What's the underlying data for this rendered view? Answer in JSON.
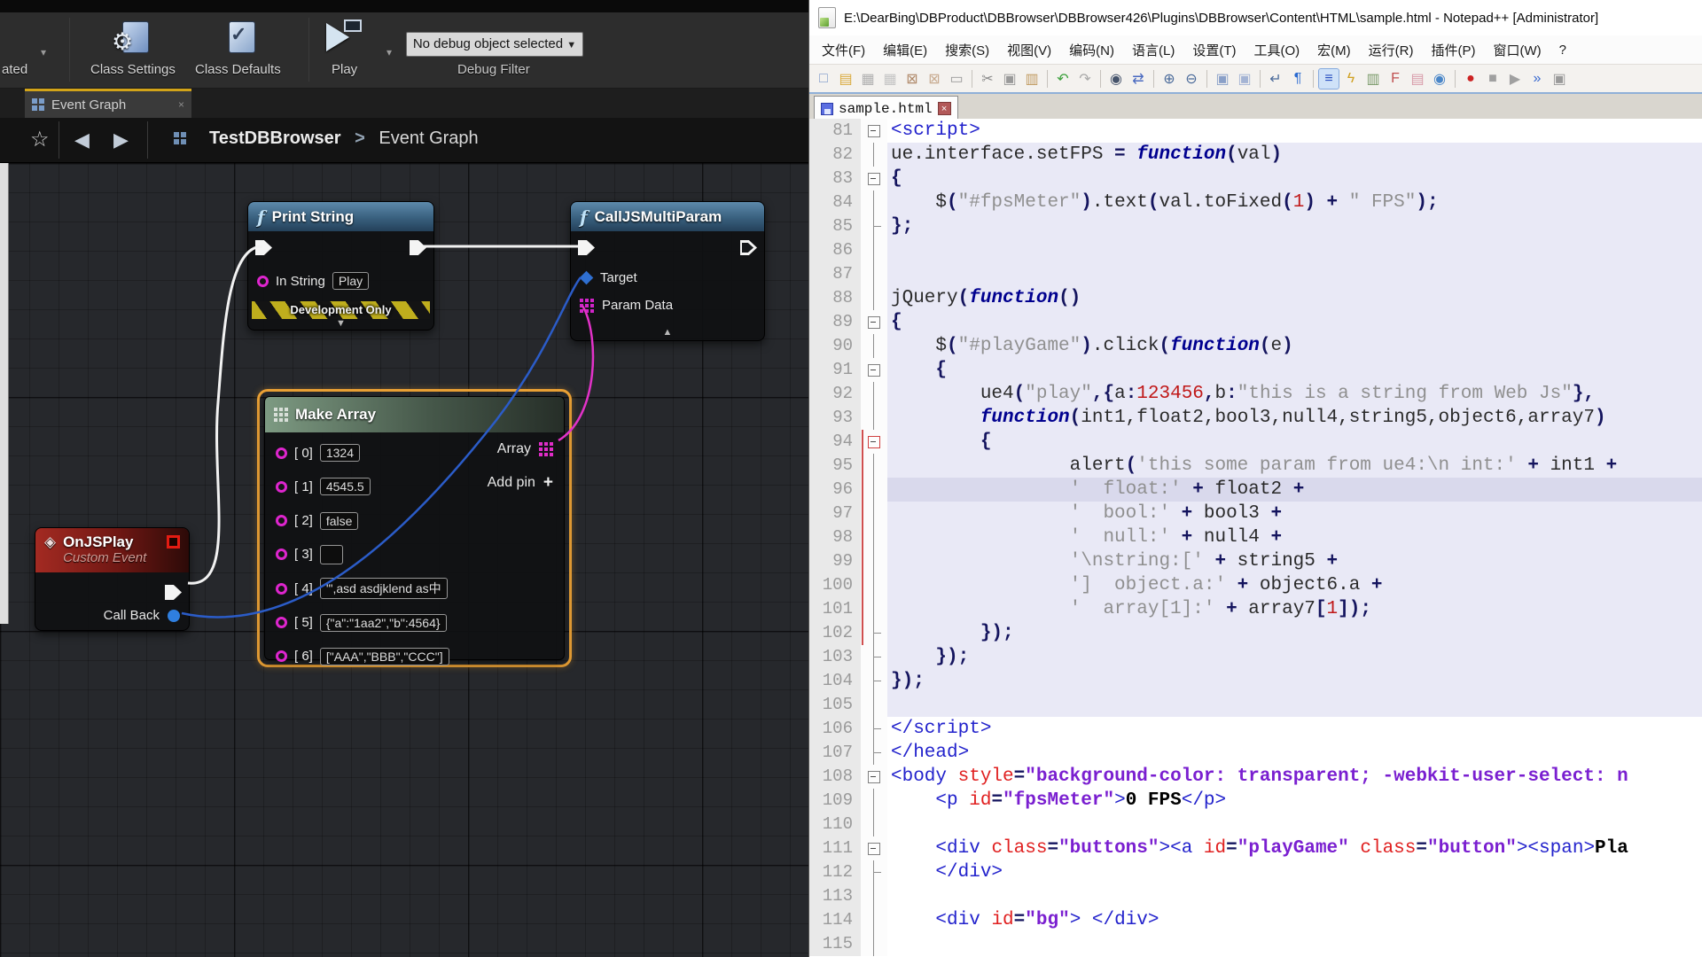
{
  "ue": {
    "icons": {
      "caret_down": "▾",
      "dd_caret": "▼",
      "gear": "⚙",
      "check": "✓",
      "star": "☆",
      "back": "◀",
      "fwd": "▶",
      "close": "×",
      "collapse_down": "▼",
      "collapse_up": "▲",
      "plus": "+",
      "event_diamond": "◈",
      "fn": "f"
    },
    "toolbar": {
      "truncated_button": "ated",
      "class_settings": "Class Settings",
      "class_defaults": "Class Defaults",
      "play": "Play",
      "debug_value": "No debug object selected",
      "debug_filter": "Debug Filter"
    },
    "tab": {
      "label": "Event Graph"
    },
    "breadcrumb": {
      "root": "TestDBBrowser",
      "sep": ">",
      "current": "Event Graph"
    },
    "nodes": {
      "print": {
        "title": "Print String",
        "pin_label": "In String",
        "pin_value": "Play",
        "warning": "Development Only"
      },
      "call": {
        "title": "CallJSMultiParam",
        "target": "Target",
        "param": "Param Data"
      },
      "make": {
        "title": "Make Array",
        "array_label": "Array",
        "add_pin": "Add pin",
        "rows": [
          {
            "label": "[ 0]",
            "value": "1324",
            "empty": false
          },
          {
            "label": "[ 1]",
            "value": "4545.5",
            "empty": false
          },
          {
            "label": "[ 2]",
            "value": "false",
            "empty": false
          },
          {
            "label": "[ 3]",
            "value": "",
            "empty": true
          },
          {
            "label": "[ 4]",
            "value": "'\",asd asdjklend as中",
            "empty": false
          },
          {
            "label": "[ 5]",
            "value": "{\"a\":\"1aa2\",\"b\":4564}",
            "empty": false
          },
          {
            "label": "[ 6]",
            "value": "[\"AAA\",\"BBB\",\"CCC\"]",
            "empty": false
          }
        ]
      },
      "event": {
        "title": "OnJSPlay",
        "subtitle": "Custom Event",
        "callback": "Call Back"
      }
    }
  },
  "npp": {
    "title": "E:\\DearBing\\DBProduct\\DBBrowser\\DBBrowser426\\Plugins\\DBBrowser\\Content\\HTML\\sample.html - Notepad++ [Administrator]",
    "menus": [
      "文件(F)",
      "编辑(E)",
      "搜索(S)",
      "视图(V)",
      "编码(N)",
      "语言(L)",
      "设置(T)",
      "工具(O)",
      "宏(M)",
      "运行(R)",
      "插件(P)",
      "窗口(W)",
      "?"
    ],
    "toolbar": [
      {
        "name": "new-file-icon",
        "glyph": "□",
        "color": "#7a96c8"
      },
      {
        "name": "open-folder-icon",
        "glyph": "▤",
        "color": "#d9aa3c"
      },
      {
        "name": "save-icon",
        "glyph": "▦",
        "color": "#b0b0b0"
      },
      {
        "name": "save-all-icon",
        "glyph": "▦",
        "color": "#c4c4c4"
      },
      {
        "name": "close-doc-icon",
        "glyph": "⊠",
        "color": "#b08a6a"
      },
      {
        "name": "close-all-icon",
        "glyph": "⊠",
        "color": "#c8ab90"
      },
      {
        "name": "print-icon",
        "glyph": "▭",
        "color": "#9a9a9a"
      },
      {
        "sep": true
      },
      {
        "name": "cut-icon",
        "glyph": "✂",
        "color": "#8a8a8a"
      },
      {
        "name": "copy-icon",
        "glyph": "▣",
        "color": "#9a9a9a"
      },
      {
        "name": "paste-icon",
        "glyph": "▥",
        "color": "#c09a60"
      },
      {
        "sep": true
      },
      {
        "name": "undo-icon",
        "glyph": "↶",
        "color": "#3aa03a"
      },
      {
        "name": "redo-icon",
        "glyph": "↷",
        "color": "#a8a8a8"
      },
      {
        "sep": true
      },
      {
        "name": "find-icon",
        "glyph": "◉",
        "color": "#45536b"
      },
      {
        "name": "replace-icon",
        "glyph": "⇄",
        "color": "#4a6ac0"
      },
      {
        "sep": true
      },
      {
        "name": "zoom-in-icon",
        "glyph": "⊕",
        "color": "#4a6a9a"
      },
      {
        "name": "zoom-out-icon",
        "glyph": "⊖",
        "color": "#4a6a9a"
      },
      {
        "sep": true
      },
      {
        "name": "window-icon",
        "glyph": "▣",
        "color": "#8aa0c8"
      },
      {
        "name": "window-2-icon",
        "glyph": "▣",
        "color": "#a4b4d4"
      },
      {
        "sep": true
      },
      {
        "name": "word-wrap-icon",
        "glyph": "↵",
        "color": "#4a6a9a"
      },
      {
        "name": "show-symbols-icon",
        "glyph": "¶",
        "color": "#2a6ad0"
      },
      {
        "sep": true
      },
      {
        "name": "indent-guide-icon",
        "glyph": "≡",
        "color": "#2a50c0",
        "active": true
      },
      {
        "name": "function-list-icon",
        "glyph": "ϟ",
        "color": "#d0a020"
      },
      {
        "name": "doc-map-icon",
        "glyph": "▥",
        "color": "#7a9a6a"
      },
      {
        "name": "flash-run-icon",
        "glyph": "F",
        "color": "#c05050"
      },
      {
        "name": "folder-plugin-icon",
        "glyph": "▤",
        "color": "#d89aa8"
      },
      {
        "name": "eye-view-icon",
        "glyph": "◉",
        "color": "#4a86c8"
      },
      {
        "sep": true
      },
      {
        "name": "macro-record-icon",
        "glyph": "●",
        "color": "#cc2222"
      },
      {
        "name": "macro-stop-icon",
        "glyph": "■",
        "color": "#a0a0a0"
      },
      {
        "name": "macro-play-icon",
        "glyph": "▶",
        "color": "#a0a0a0"
      },
      {
        "name": "macro-run-multi-icon",
        "glyph": "»",
        "color": "#3a6ad0"
      },
      {
        "name": "macro-save-icon",
        "glyph": "▣",
        "color": "#9a9a9a"
      }
    ],
    "tab": {
      "label": "sample.html",
      "close": "×"
    },
    "editor": {
      "lines": [
        {
          "n": 81,
          "f": "fm",
          "s": 0,
          "c": [
            [
              "t",
              "<script>"
            ]
          ]
        },
        {
          "n": 82,
          "f": "fl",
          "s": 1,
          "c": [
            [
              "d",
              "ue.interface.setFPS "
            ],
            [
              "o",
              "= "
            ],
            [
              "k",
              "function"
            ],
            [
              "o",
              "("
            ],
            [
              "d",
              "val"
            ],
            [
              "o",
              ")"
            ]
          ]
        },
        {
          "n": 83,
          "f": "fm",
          "s": 1,
          "c": [
            [
              "o",
              "{"
            ]
          ]
        },
        {
          "n": 84,
          "f": "fl",
          "s": 1,
          "c": [
            [
              "d",
              "    $"
            ],
            [
              "o",
              "("
            ],
            [
              "s",
              "\"#fpsMeter\""
            ],
            [
              "o",
              ")"
            ],
            [
              "d",
              ".text"
            ],
            [
              "o",
              "("
            ],
            [
              "d",
              "val.toFixed"
            ],
            [
              "o",
              "("
            ],
            [
              "n",
              "1"
            ],
            [
              "o",
              ") + "
            ],
            [
              "s",
              "\" FPS\""
            ],
            [
              "o",
              ");"
            ]
          ]
        },
        {
          "n": 85,
          "f": "fe",
          "s": 1,
          "c": [
            [
              "o",
              "};"
            ]
          ]
        },
        {
          "n": 86,
          "f": "fl",
          "s": 1,
          "c": []
        },
        {
          "n": 87,
          "f": "fl",
          "s": 1,
          "c": []
        },
        {
          "n": 88,
          "f": "fl",
          "s": 1,
          "c": [
            [
              "d",
              "jQuery"
            ],
            [
              "o",
              "("
            ],
            [
              "k",
              "function"
            ],
            [
              "o",
              "()"
            ]
          ]
        },
        {
          "n": 89,
          "f": "fm",
          "s": 1,
          "c": [
            [
              "o",
              "{"
            ]
          ]
        },
        {
          "n": 90,
          "f": "fl",
          "s": 1,
          "c": [
            [
              "d",
              "    $"
            ],
            [
              "o",
              "("
            ],
            [
              "s",
              "\"#playGame\""
            ],
            [
              "o",
              ")"
            ],
            [
              "d",
              ".click"
            ],
            [
              "o",
              "("
            ],
            [
              "k",
              "function"
            ],
            [
              "o",
              "("
            ],
            [
              "d",
              "e"
            ],
            [
              "o",
              ")"
            ]
          ]
        },
        {
          "n": 91,
          "f": "fm",
          "s": 1,
          "c": [
            [
              "d",
              "    "
            ],
            [
              "o",
              "{"
            ]
          ]
        },
        {
          "n": 92,
          "f": "fl",
          "s": 1,
          "c": [
            [
              "d",
              "        ue4"
            ],
            [
              "o",
              "("
            ],
            [
              "s",
              "\"play\""
            ],
            [
              "o",
              ",{"
            ],
            [
              "d",
              "a"
            ],
            [
              "o",
              ":"
            ],
            [
              "n",
              "123456"
            ],
            [
              "o",
              ","
            ],
            [
              "d",
              "b"
            ],
            [
              "o",
              ":"
            ],
            [
              "s",
              "\"this is a string from Web Js\""
            ],
            [
              "o",
              "},"
            ]
          ]
        },
        {
          "n": 93,
          "f": "fl",
          "s": 1,
          "c": [
            [
              "d",
              "        "
            ],
            [
              "k",
              "function"
            ],
            [
              "o",
              "("
            ],
            [
              "d",
              "int1,float2,bool3,null4,string5,object6,array7"
            ],
            [
              "o",
              ")"
            ]
          ]
        },
        {
          "n": 94,
          "f": "fmr",
          "s": 1,
          "r": 1,
          "c": [
            [
              "d",
              "        "
            ],
            [
              "o",
              "{"
            ]
          ]
        },
        {
          "n": 95,
          "f": "fl",
          "s": 1,
          "r": 1,
          "c": [
            [
              "d",
              "                alert"
            ],
            [
              "o",
              "("
            ],
            [
              "s",
              "'this some param from ue4:\\n int:'"
            ],
            [
              "o",
              " + "
            ],
            [
              "d",
              "int1"
            ],
            [
              "o",
              " +"
            ]
          ]
        },
        {
          "n": 96,
          "f": "fl",
          "s": 2,
          "r": 1,
          "c": [
            [
              "s",
              "                '  float:'"
            ],
            [
              "o",
              " + "
            ],
            [
              "d",
              "float2"
            ],
            [
              "o",
              " +"
            ]
          ]
        },
        {
          "n": 97,
          "f": "fl",
          "s": 1,
          "r": 1,
          "c": [
            [
              "s",
              "                '  bool:'"
            ],
            [
              "o",
              " + "
            ],
            [
              "d",
              "bool3"
            ],
            [
              "o",
              " +"
            ]
          ]
        },
        {
          "n": 98,
          "f": "fl",
          "s": 1,
          "r": 1,
          "c": [
            [
              "s",
              "                '  null:'"
            ],
            [
              "o",
              " + "
            ],
            [
              "d",
              "null4"
            ],
            [
              "o",
              " +"
            ]
          ]
        },
        {
          "n": 99,
          "f": "fl",
          "s": 1,
          "r": 1,
          "c": [
            [
              "s",
              "                '\\nstring:['"
            ],
            [
              "o",
              " + "
            ],
            [
              "d",
              "string5"
            ],
            [
              "o",
              " +"
            ]
          ]
        },
        {
          "n": 100,
          "f": "fl",
          "s": 1,
          "r": 1,
          "c": [
            [
              "s",
              "                ']  object.a:'"
            ],
            [
              "o",
              " + "
            ],
            [
              "d",
              "object6.a"
            ],
            [
              "o",
              " +"
            ]
          ]
        },
        {
          "n": 101,
          "f": "fl",
          "s": 1,
          "r": 1,
          "c": [
            [
              "s",
              "                '  array[1]:'"
            ],
            [
              "o",
              " + "
            ],
            [
              "d",
              "array7"
            ],
            [
              "o",
              "["
            ],
            [
              "n",
              "1"
            ],
            [
              "o",
              "]);"
            ]
          ]
        },
        {
          "n": 102,
          "f": "fe",
          "s": 1,
          "r": 1,
          "c": [
            [
              "d",
              "        "
            ],
            [
              "o",
              "});"
            ]
          ]
        },
        {
          "n": 103,
          "f": "fe",
          "s": 1,
          "c": [
            [
              "d",
              "    "
            ],
            [
              "o",
              "});"
            ]
          ]
        },
        {
          "n": 104,
          "f": "fe",
          "s": 1,
          "c": [
            [
              "o",
              "});"
            ]
          ]
        },
        {
          "n": 105,
          "f": "fl",
          "s": 1,
          "c": []
        },
        {
          "n": 106,
          "f": "fe",
          "s": 0,
          "c": [
            [
              "t",
              "</script>"
            ]
          ]
        },
        {
          "n": 107,
          "f": "fe",
          "s": 0,
          "c": [
            [
              "t",
              "</head>"
            ]
          ]
        },
        {
          "n": 108,
          "f": "fm",
          "s": 0,
          "c": [
            [
              "t",
              "<body "
            ],
            [
              "a",
              "style"
            ],
            [
              "o",
              "="
            ],
            [
              "v",
              "\"background-color: transparent; -webkit-user-select: n"
            ]
          ]
        },
        {
          "n": 109,
          "f": "fl",
          "s": 0,
          "c": [
            [
              "d",
              "    "
            ],
            [
              "t",
              "<p "
            ],
            [
              "a",
              "id"
            ],
            [
              "o",
              "="
            ],
            [
              "v",
              "\"fpsMeter\""
            ],
            [
              "t",
              ">"
            ],
            [
              "b",
              "0 FPS"
            ],
            [
              "t",
              "</p>"
            ]
          ]
        },
        {
          "n": 110,
          "f": "fl",
          "s": 0,
          "c": []
        },
        {
          "n": 111,
          "f": "fm",
          "s": 0,
          "c": [
            [
              "d",
              "    "
            ],
            [
              "t",
              "<div "
            ],
            [
              "a",
              "class"
            ],
            [
              "o",
              "="
            ],
            [
              "v",
              "\"buttons\""
            ],
            [
              "t",
              "><a "
            ],
            [
              "a",
              "id"
            ],
            [
              "o",
              "="
            ],
            [
              "v",
              "\"playGame\""
            ],
            [
              "t",
              " "
            ],
            [
              "a",
              "class"
            ],
            [
              "o",
              "="
            ],
            [
              "v",
              "\"button\""
            ],
            [
              "t",
              "><span>"
            ],
            [
              "b",
              "Pla"
            ]
          ]
        },
        {
          "n": 112,
          "f": "fe",
          "s": 0,
          "c": [
            [
              "d",
              "    "
            ],
            [
              "t",
              "</div>"
            ]
          ]
        },
        {
          "n": 113,
          "f": "fl",
          "s": 0,
          "c": []
        },
        {
          "n": 114,
          "f": "fl",
          "s": 0,
          "c": [
            [
              "d",
              "    "
            ],
            [
              "t",
              "<div "
            ],
            [
              "a",
              "id"
            ],
            [
              "o",
              "="
            ],
            [
              "v",
              "\"bg\""
            ],
            [
              "t",
              "> </div>"
            ]
          ]
        },
        {
          "n": 115,
          "f": "fl",
          "s": 0,
          "c": []
        }
      ]
    }
  }
}
